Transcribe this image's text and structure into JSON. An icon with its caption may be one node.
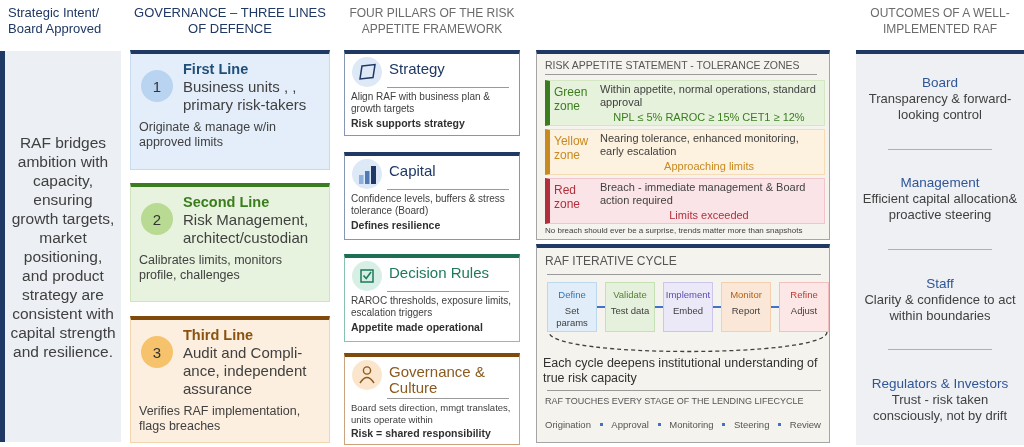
{
  "diagram": {
    "nodes": [
      {
        "text": [
          "RAF bridges ambition with capacity, ensuring growth targets, market positioning, and product strategy are consistent with capital strength and resilience."
        ]
      },
      {
        "text": [
          "First Line",
          "Business units , , primary risk-takers",
          "Originate & manage w/in approved limits"
        ]
      },
      {
        "text": [
          "1"
        ],
        "in": 1
      },
      {
        "text": [
          "Second Line",
          "Risk Management, architect/custodian",
          "Calibrates limits, monitors profile, challenges"
        ]
      },
      {
        "text": [
          "2"
        ],
        "in": 3
      },
      {
        "text": [
          "Third Line",
          "Audit and Compli-ance, independent assurance",
          "Verifies RAF implementation, flags breaches"
        ]
      },
      {
        "text": [
          "3"
        ],
        "in": 5
      },
      {
        "text": [
          "Strategy",
          "Align RAF with business plan & growth targets",
          "Risk supports strategy"
        ]
      },
      {
        "text": [
          "Capital",
          "Confidence levels, buffers & stress tolerance (Board)",
          "Defines resilience"
        ]
      },
      {
        "text": [
          "Decision Rules",
          "RAROC thresholds, exposure limits, escalation triggers",
          "Appetite made operational"
        ]
      },
      {
        "text": [
          "Governance & Culture",
          "Board sets direction, mmgt translates, units operate within",
          "Risk = shared responsibility"
        ]
      },
      {
        "text": [
          "RISK APPETITE STATEMENT - TOLERANCE ZONES",
          "No breach should ever be a surprise, trends matter more than snapshots"
        ]
      },
      {
        "text": [
          "Green zone",
          "Within appetite, normal operations, standard approval",
          "NPL ≤ 5% RAROC ≥ 15% CET1 ≥ 12%"
        ],
        "in": 11
      },
      {
        "text": [
          "Yellow zone",
          "Nearing tolerance, enhanced monitoring, early escalation",
          "Approaching limits"
        ],
        "in": 11
      },
      {
        "text": [
          "Red zone",
          "Breach - immediate management & Board action required",
          "Limits exceeded"
        ],
        "in": 11
      },
      {
        "text": [
          "RAF ITERATIVE CYCLE",
          "Each cycle deepens institutional understanding of true risk capacity",
          "RAF TOUCHES EVERY STAGE OF THE LENDING LIFECYCLE",
          "Origination",
          "Approval",
          "Monitoring",
          "Steering",
          "Review"
        ]
      },
      {
        "text": [
          "Define",
          "Set params"
        ],
        "in": 15
      },
      {
        "text": [
          "Validate",
          "Test data"
        ],
        "in": 15
      },
      {
        "text": [
          "Implement",
          "Embed"
        ],
        "in": 15
      },
      {
        "text": [
          "Monitor",
          "Report"
        ],
        "in": 15
      },
      {
        "text": [
          "Refine",
          "Adjust"
        ],
        "in": 15
      },
      {
        "text": [
          "Board",
          "Transparency & forward-looking control",
          "Management",
          "Efficient capital allocation& proactive steering",
          "Staff",
          "Clarity & confidence to act within boundaries",
          "Regulators & Investors",
          "Trust - risk taken consciously, not by drift"
        ]
      }
    ],
    "edges": [
      {
        "from": 16,
        "to": 17,
        "arrow": "none"
      },
      {
        "from": 17,
        "to": 18,
        "arrow": "none"
      },
      {
        "from": 18,
        "to": 19,
        "arrow": "none"
      },
      {
        "from": 19,
        "to": 20,
        "arrow": "none"
      },
      {
        "from": 20,
        "to": 16,
        "arrow": "none",
        "style": "dashed",
        "color": "#404040"
      }
    ],
    "labels": [
      "Strategic Intent/ Board Approved",
      "GOVERNANCE – THREE LINES OF DEFENCE",
      "FOUR PILLARS OF THE RISK APPETITE FRAMEWORK",
      "OUTCOMES OF A WELL-IMPLEMENTED RAF"
    ]
  }
}
